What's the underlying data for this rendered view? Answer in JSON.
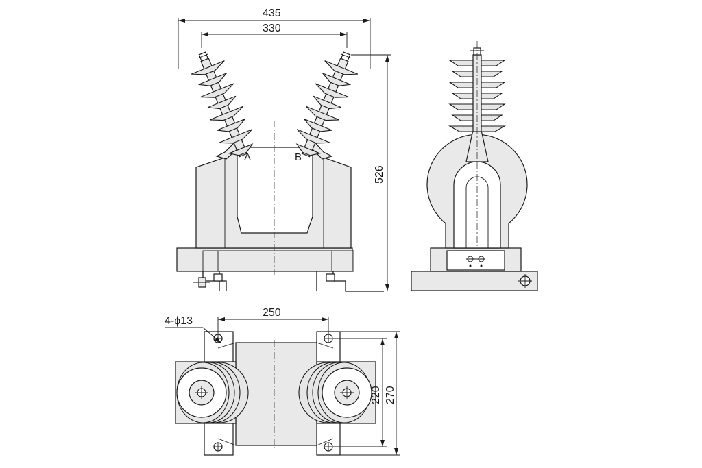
{
  "dimensions": {
    "overall_width": "435",
    "terminal_spacing": "330",
    "height": "526",
    "mount_spacing": "250",
    "mount_holes": "4-ϕ13",
    "inner_depth": "220",
    "outer_depth": "270"
  },
  "labels": {
    "terminal_a": "A",
    "terminal_b": "B"
  },
  "colors": {
    "line": "#1a1a1a",
    "fill": "#e9e9e9",
    "background": "#ffffff"
  }
}
